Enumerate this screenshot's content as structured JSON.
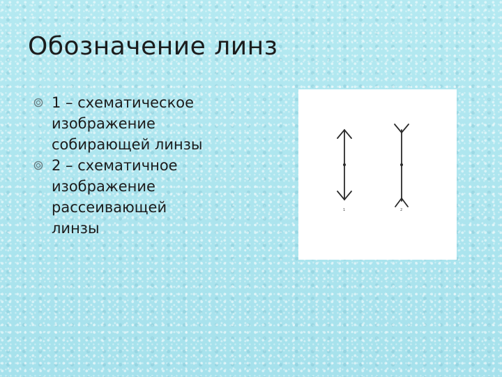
{
  "slide": {
    "title": "Обозначение линз",
    "bullets": [
      {
        "icon": "circle-ring-bullet-icon",
        "lines": [
          "1 – схематическое",
          "изображение",
          "собирающей линзы"
        ]
      },
      {
        "icon": "circle-ring-bullet-icon",
        "lines": [
          "2 – схематичное",
          "изображение",
          "рассеивающей",
          "линзы"
        ]
      }
    ],
    "figure": {
      "label_1": "1",
      "label_2": "2"
    },
    "colors": {
      "background": "#aee6ef",
      "text": "#1c1c1c",
      "bullet": "#6a7f84",
      "figure_bg": "#ffffff",
      "lens_stroke": "#2a2a2a"
    }
  }
}
